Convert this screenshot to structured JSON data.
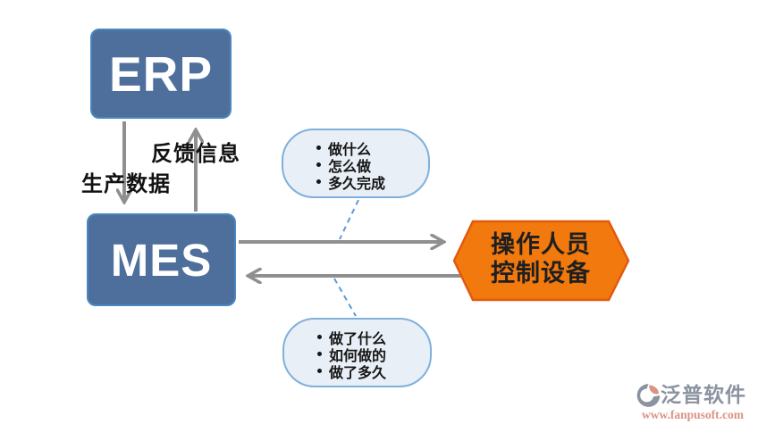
{
  "diagram": {
    "erp": {
      "label": "ERP"
    },
    "mes": {
      "label": "MES"
    },
    "edges": {
      "production_data_label": "生产数据",
      "feedback_info_label": "反馈信息"
    },
    "operator_hex": {
      "line1": "操作人员",
      "line2": "控制设备"
    },
    "top_bubble": {
      "items": [
        "做什么",
        "怎么做",
        "多久完成"
      ]
    },
    "bottom_bubble": {
      "items": [
        "做了什么",
        "如何做的",
        "做了多久"
      ]
    }
  },
  "watermark": {
    "brand": "泛普软件",
    "url": "www.fanpusoft.com"
  },
  "colors": {
    "node_fill": "#4e6f9c",
    "node_border": "#4a86c0",
    "arrow_gray": "#8f8f8f",
    "bubble_fill": "#e9eff7",
    "bubble_border": "#7fb0da",
    "connector_dash": "#5b9bd5",
    "hex_fill": "#f2790e",
    "hex_border": "#e2590e",
    "watermark_gray": "#8b93a0",
    "watermark_salmon": "#db9384"
  }
}
